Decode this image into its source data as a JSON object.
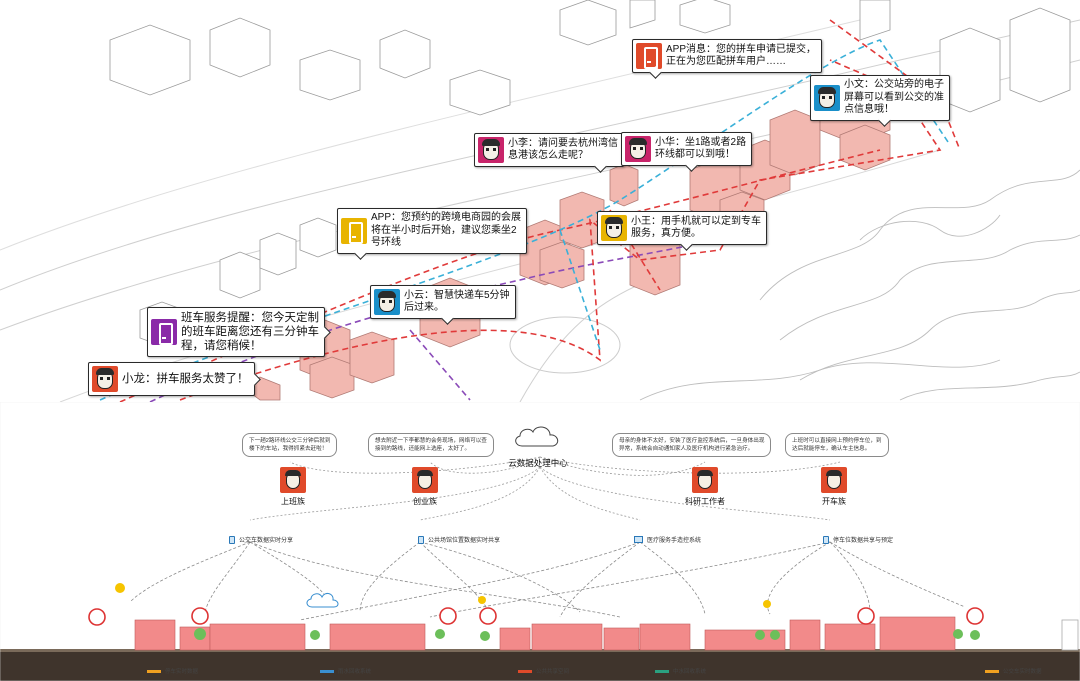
{
  "map_callouts": [
    {
      "id": "app-msg-carpool",
      "speaker_icon": "phone-icon",
      "icon_color": "#e04a2a",
      "text_lines": [
        "APP消息：您的拼车申请已提交，",
        "正在为您匹配拼车用户……"
      ]
    },
    {
      "id": "xiaowen",
      "speaker_icon": "person-icon",
      "icon_color": "#1a8fc9",
      "text_lines": [
        "小文：公交站旁的电子",
        "屏幕可以看到公交的准",
        "点信息哦！"
      ]
    },
    {
      "id": "xiaoli",
      "speaker_icon": "person-icon",
      "icon_color": "#c8246a",
      "text_lines": [
        "小李：请问要去杭州湾信",
        "息港该怎么走呢？"
      ]
    },
    {
      "id": "xiaohua",
      "speaker_icon": "person-icon",
      "icon_color": "#c8246a",
      "text_lines": [
        "小华：坐1路或者2路",
        "环线都可以到哦！"
      ]
    },
    {
      "id": "app-expo",
      "speaker_icon": "phone-icon",
      "icon_color": "#e8b400",
      "text_lines": [
        "APP：您预约的跨境电商园的会展",
        "将在半小时后开始，建议您乘坐2",
        "号环线"
      ]
    },
    {
      "id": "xiaowang",
      "speaker_icon": "person-icon",
      "icon_color": "#e8b400",
      "text_lines": [
        "小王：用手机就可以定到专车",
        "服务，真方便。"
      ]
    },
    {
      "id": "xiaoyun",
      "speaker_icon": "person-icon",
      "icon_color": "#1a8fc9",
      "text_lines": [
        "小云：智慧快递车5分钟",
        "后过来。"
      ]
    },
    {
      "id": "shuttle-reminder",
      "speaker_icon": "phone-icon",
      "icon_color": "#8a2aa8",
      "text_lines": [
        "班车服务提醒：您今天定制",
        "的班车距离您还有三分钟车",
        "程，请您稍候！"
      ]
    },
    {
      "id": "xiaolong",
      "speaker_icon": "person-icon",
      "icon_color": "#e04a2a",
      "text_lines": [
        "小龙：拼车服务太赞了！"
      ]
    }
  ],
  "cloud_center": {
    "label": "云数据处理中心"
  },
  "personas": [
    {
      "label": "上班族",
      "color": "#e04a2a",
      "bubble_lines": [
        "下一趟2路环线公交三分钟后就到",
        "楼下的车站，我得抓紧去赶啦！"
      ]
    },
    {
      "label": "创业族",
      "color": "#e04a2a",
      "bubble_lines": [
        "想去附近一下李都慧的会务现场，网络可以查",
        "接到的路线，还能网上选座，太好了。"
      ]
    },
    {
      "label": "科研工作者",
      "color": "#e04a2a",
      "bubble_lines": [
        "母亲的身体不太好，安装了医疗监控系统后，一旦身体出现",
        "异常，系统会自动通知家人及医疗机构进行紧急治疗。"
      ]
    },
    {
      "label": "开车族",
      "color": "#e04a2a",
      "bubble_lines": [
        "上班时可以直接网上预约停车位，到",
        "达后就能停车，确认车主信息。"
      ]
    }
  ],
  "channels": [
    {
      "label": "公交车数据实时分享",
      "device": "phone-icon"
    },
    {
      "label": "公共场馆位置数据实时共享",
      "device": "phone-icon"
    },
    {
      "label": "医疗服务手造控系统",
      "device": "monitor-icon"
    },
    {
      "label": "停车位数据共享与预定",
      "device": "phone-icon"
    }
  ],
  "section_legend": [
    {
      "label": "停车实时数据",
      "color": "#f0a020"
    },
    {
      "label": "雨水回收系统",
      "color": "#3a8fd0"
    },
    {
      "label": "公共共享空间",
      "color": "#e04a2a"
    },
    {
      "label": "中水回收系统",
      "color": "#2aa080"
    },
    {
      "label": "公交车实时数据",
      "color": "#f0a020"
    }
  ],
  "colors": {
    "building_pink": "#f2b8b0",
    "route_red": "#e03a3a",
    "route_cyan": "#3ab0d8",
    "route_purple": "#8a4ab8",
    "section_pink": "#f28a8a",
    "ground": "#5a4a3a"
  }
}
